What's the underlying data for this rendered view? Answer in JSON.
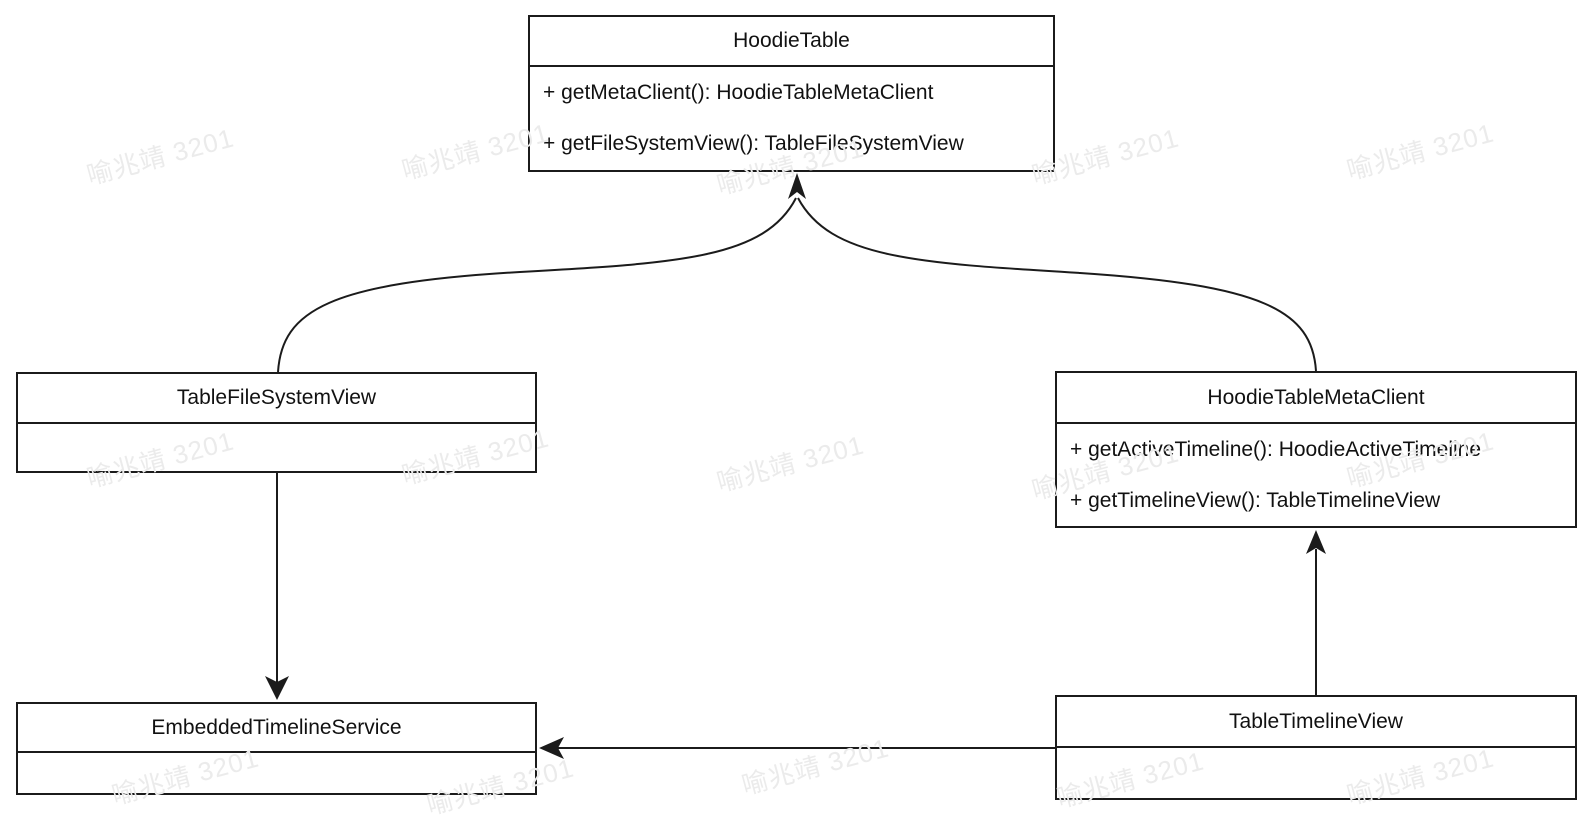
{
  "watermark": {
    "text": "喻兆靖 3201",
    "color": "#ebebeb"
  },
  "diagram": {
    "background": "#ffffff",
    "line_color": "#1b1b1b",
    "classes": [
      {
        "title": "HoodieTable",
        "methods": [
          "+ getMetaClient(): HoodieTableMetaClient",
          "+ getFileSystemView(): TableFileSystemView"
        ]
      },
      {
        "title": "TableFileSystemView",
        "methods": []
      },
      {
        "title": "HoodieTableMetaClient",
        "methods": [
          "+ getActiveTimeline(): HoodieActiveTimeline",
          "+ getTimelineView(): TableTimelineView"
        ]
      },
      {
        "title": "EmbeddedTimelineService",
        "methods": []
      },
      {
        "title": "TableTimelineView",
        "methods": []
      }
    ]
  }
}
